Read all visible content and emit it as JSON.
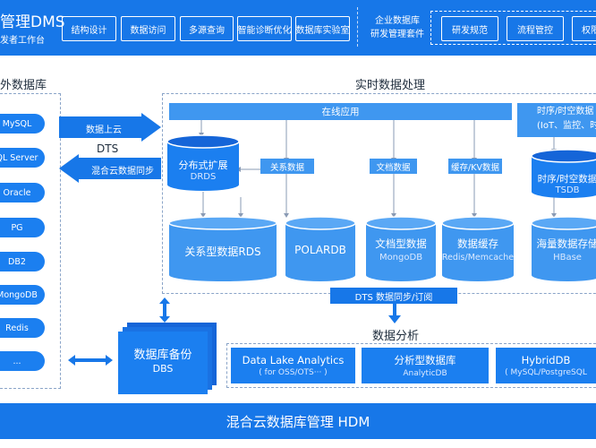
{
  "header": {
    "brand_title": "管理DMS",
    "brand_subtitle": "发者工作台",
    "buttons": [
      "结构设计",
      "数据访问",
      "多源查询",
      "智能诊断优化",
      "数据库实验室"
    ],
    "enterprise_title_line1": "企业数据库",
    "enterprise_title_line2": "研发管理套件",
    "enterprise_buttons": [
      "研发规范",
      "流程管控",
      "权限"
    ]
  },
  "external": {
    "title": "外数据库",
    "databases": [
      "MySQL",
      "QL Server",
      "Oracle",
      "PG",
      "DB2",
      "MongoDB",
      "Redis",
      "..."
    ]
  },
  "dts": {
    "cloud_label": "数据上云",
    "dts_label": "DTS",
    "sync_label": "混合云数据同步"
  },
  "realtime": {
    "title": "实时数据处理",
    "online_app": "在线应用",
    "ts_line1": "时序/时空数据",
    "ts_line2": "(IoT、监控、时空信",
    "drds_title": "分布式扩展",
    "drds_sub": "DRDS",
    "relational_label": "关系数据",
    "document_label": "文档数据",
    "cache_label": "缓存/KV数据",
    "tsdb_title": "时序/时空数据",
    "tsdb_sub": "TSDB",
    "rds": "关系型数据RDS",
    "polardb": "POLARDB",
    "mongo_title": "文档型数据",
    "mongo_sub": "MongoDB",
    "cache_title": "数据缓存",
    "cache_sub": "Redis/Memcache",
    "hbase_title": "海量数据存储",
    "hbase_sub": "HBase",
    "dts_sync": "DTS 数据同步/订阅"
  },
  "backup": {
    "title": "数据库备份",
    "sub": "DBS"
  },
  "analytics": {
    "title": "数据分析",
    "cards": [
      {
        "main": "Data Lake Analytics",
        "sub": "( for OSS/OTS··· )"
      },
      {
        "main": "分析型数据库",
        "sub": "AnalyticDB"
      },
      {
        "main": "HybridDB",
        "sub": "( MySQL/PostgreSQL"
      }
    ]
  },
  "footer": {
    "title": "混合云数据库管理 HDM"
  },
  "colors": {
    "primary": "#1777e8",
    "cylinder": "#1b7ff0",
    "light": "#3f97f0",
    "dark_blue": "#1565d8"
  }
}
